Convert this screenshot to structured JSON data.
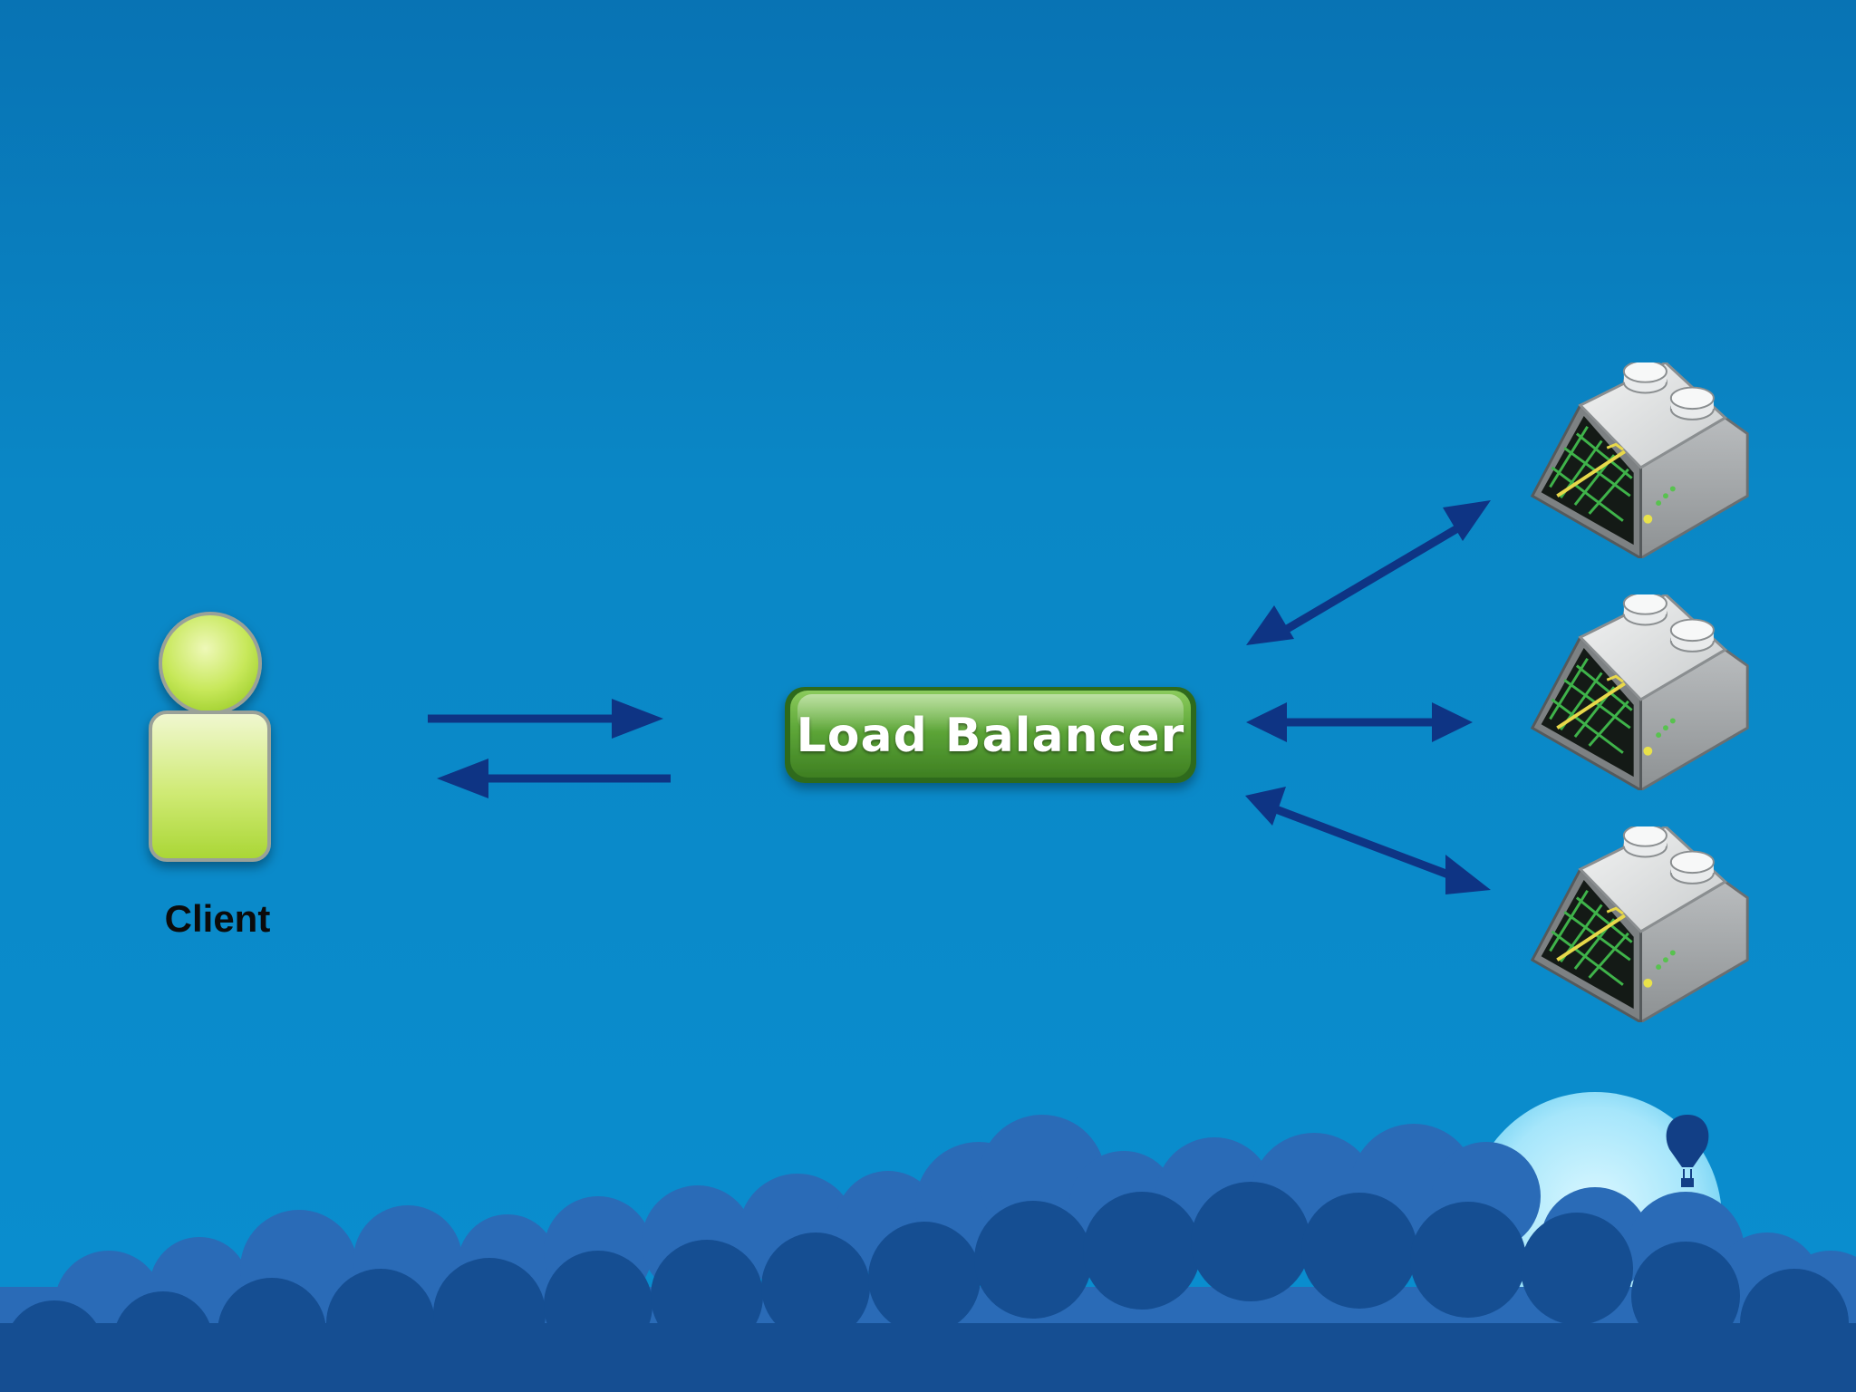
{
  "diagram": {
    "client_label": "Client",
    "load_balancer_label": "Load Balancer",
    "server_count": 3
  },
  "colors": {
    "sky_top": "#0875b6",
    "sky_bottom": "#0a8dcb",
    "arrow": "#0e3484",
    "button_green": "#4f9a2c",
    "client_green": "#b9e04a",
    "moon": "#bdeeff"
  }
}
